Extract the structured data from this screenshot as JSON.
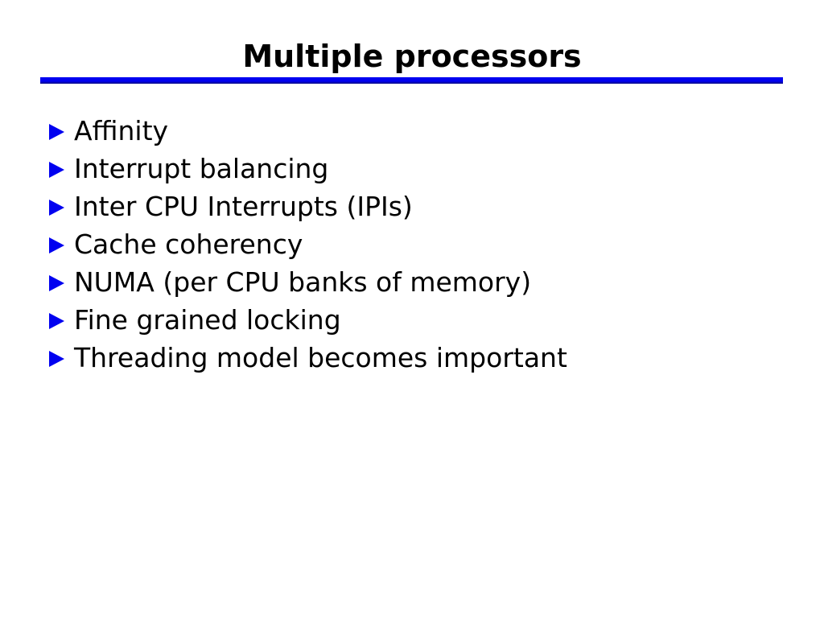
{
  "slide": {
    "title": "Multiple processors",
    "bullets": [
      "Affinity",
      "Interrupt balancing",
      "Inter CPU Interrupts (IPIs)",
      "Cache coherency",
      "NUMA (per CPU banks of memory)",
      "Fine grained locking",
      "Threading model becomes important"
    ],
    "bullet_icon": "triangle-right-icon",
    "colors": {
      "accent_blue": "#0101f0",
      "rule_dark_blue": "#000080",
      "text": "#000000",
      "background": "#ffffff"
    }
  }
}
